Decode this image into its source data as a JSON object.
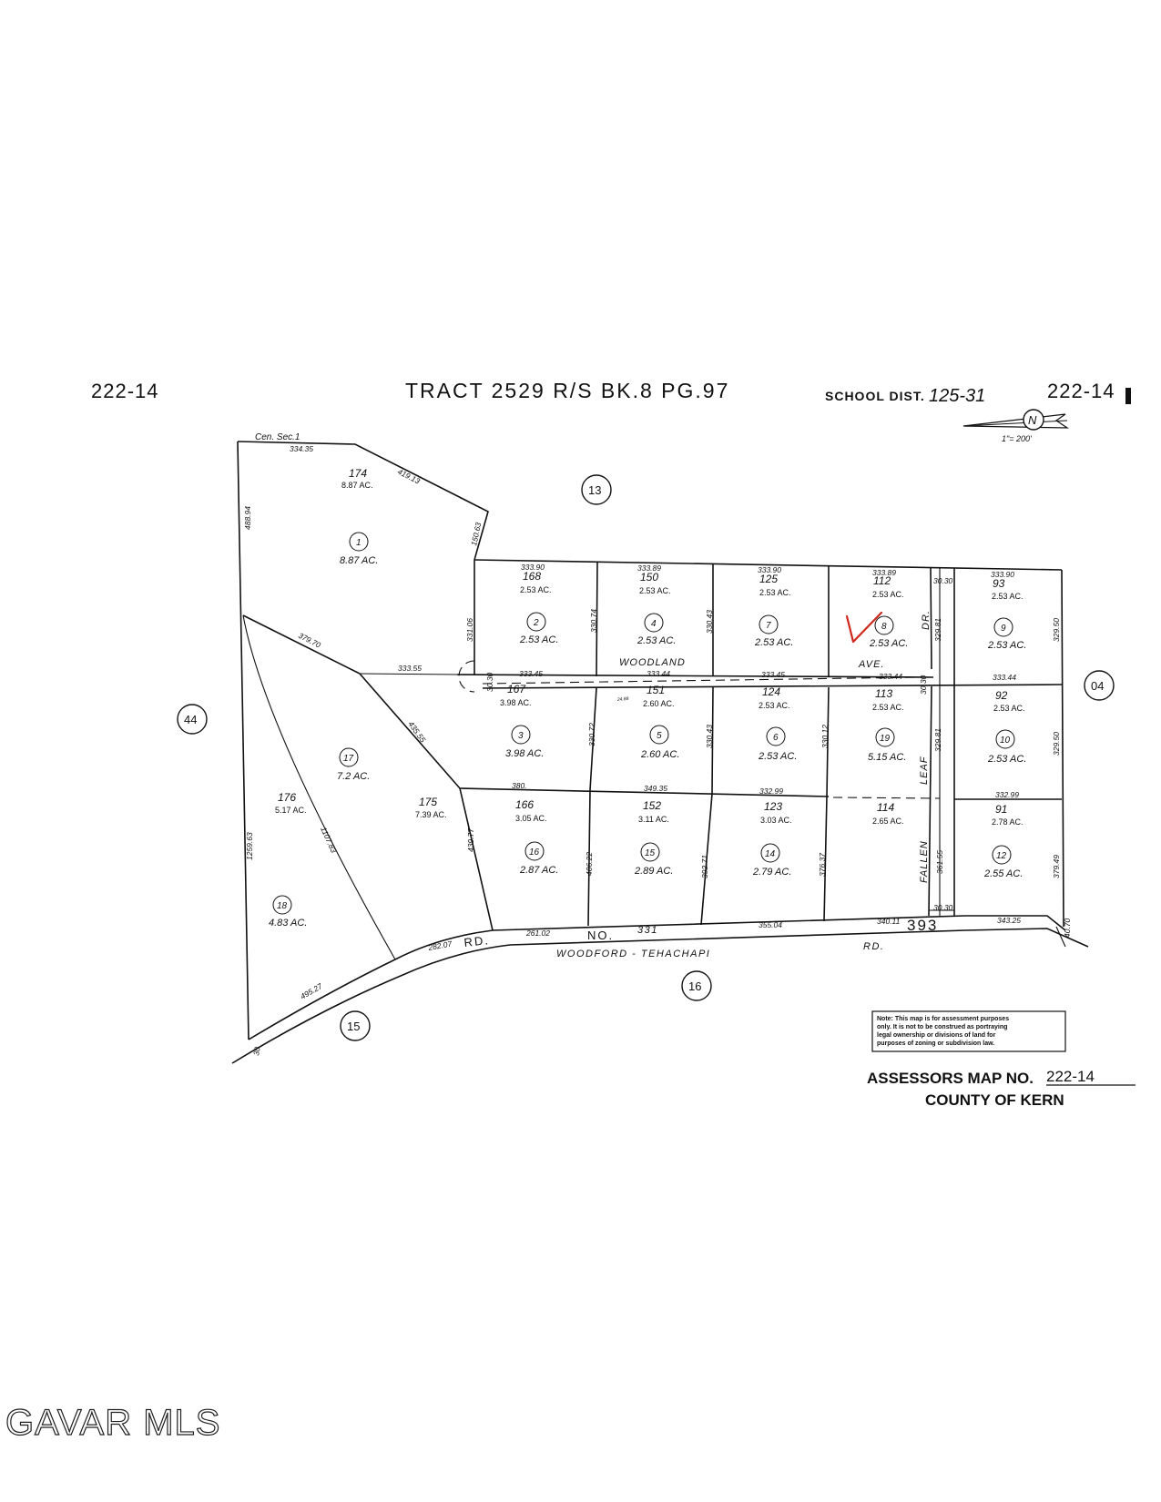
{
  "header": {
    "map_left": "222-14",
    "title": "TRACT 2529 R/S BK.8 PG.97",
    "school_dist_label": "SCHOOL DIST.",
    "school_dist_value": "125-31",
    "map_right": "222-14",
    "north_label": "N",
    "scale": "1\"= 200'"
  },
  "corner_label": "Cen. Sec.1",
  "adjacent_maps": [
    "13",
    "44",
    "04",
    "16",
    "15"
  ],
  "lots": [
    {
      "id": "1",
      "apn": "174",
      "acres": "8.87 AC.",
      "acres_big": "8.87 AC."
    },
    {
      "id": "2",
      "apn": "168",
      "acres": "2.53 AC.",
      "acres_big": "2.53 AC."
    },
    {
      "id": "4",
      "apn": "150",
      "acres": "2.53 AC.",
      "acres_big": "2.53 AC."
    },
    {
      "id": "7",
      "apn": "125",
      "acres": "2.53 AC.",
      "acres_big": "2.53 AC."
    },
    {
      "id": "8",
      "apn": "112",
      "acres": "2.53 AC.",
      "acres_big": "2.53 AC."
    },
    {
      "id": "9",
      "apn": "93",
      "acres": "2.53 AC.",
      "acres_big": "2.53 AC."
    },
    {
      "id": "3",
      "apn": "167",
      "acres": "3.98 AC.",
      "acres_big": "3.98 AC."
    },
    {
      "id": "5",
      "apn": "151",
      "acres": "2.60 AC.",
      "acres_big": "2.60 AC."
    },
    {
      "id": "6",
      "apn": "124",
      "acres": "2.53 AC.",
      "acres_big": "2.53 AC."
    },
    {
      "id": "19",
      "apn": "113",
      "acres": "2.53 AC.",
      "acres_big": "5.15 AC."
    },
    {
      "id": "10",
      "apn": "92",
      "acres": "2.53 AC.",
      "acres_big": "2.53 AC."
    },
    {
      "id": "16",
      "apn": "166",
      "acres": "3.05 AC.",
      "acres_big": "2.87 AC."
    },
    {
      "id": "15",
      "apn": "152",
      "acres": "3.11 AC.",
      "acres_big": "2.89 AC."
    },
    {
      "id": "14",
      "apn": "123",
      "acres": "3.03 AC.",
      "acres_big": "2.79 AC."
    },
    {
      "id": "",
      "apn": "114",
      "acres": "2.65 AC.",
      "acres_big": ""
    },
    {
      "id": "12",
      "apn": "91",
      "acres": "2.78 AC.",
      "acres_big": "2.55 AC."
    },
    {
      "id": "17",
      "apn": "",
      "acres": "",
      "acres_big": "7.2 AC."
    },
    {
      "id": "",
      "apn": "176",
      "acres": "5.17 AC.",
      "acres_big": ""
    },
    {
      "id": "",
      "apn": "175",
      "acres": "7.39 AC.",
      "acres_big": ""
    },
    {
      "id": "18",
      "apn": "",
      "acres": "",
      "acres_big": "4.83 AC."
    }
  ],
  "dimensions": [
    "334.35",
    "419.13",
    "150.63",
    "488.94",
    "331.06",
    "333.90",
    "333.89",
    "333.90",
    "333.89",
    "333.90",
    "30.30",
    "330.74",
    "330.43",
    "329.81",
    "329.50",
    "379.70",
    "333.55",
    "333.45",
    "333.44",
    "333.45",
    "333.44",
    "333.44",
    "30.30",
    "30.30",
    "435.55",
    "330.72",
    "330.43",
    "330.12",
    "329.81",
    "329.50",
    "380.",
    "349.35",
    "332.99",
    "332.99",
    "1259.63",
    "1107.83",
    "439.77",
    "406.22",
    "392.71",
    "376.37",
    "361.55",
    "379.49",
    "30.30",
    "261.02",
    "355.04",
    "340.11",
    "343.25",
    "282.07",
    "495.27",
    "30",
    "40.70",
    "24.88"
  ],
  "streets": {
    "woodland": "WOODLAND",
    "ave": "AVE.",
    "fallen": "FALLEN",
    "leaf": "LEAF",
    "dr": "DR.",
    "rd_no": "RD.",
    "no": "NO.",
    "road_num_1": "331",
    "road_num_2": "393",
    "woodford": "WOODFORD - TEHACHAPI",
    "rd2": "RD."
  },
  "note": {
    "lines": [
      "Note: This map is for assessment purposes",
      "only. It is not to be construed as portraying",
      "legal ownership or divisions of land for",
      "purposes of zoning or subdivision law."
    ]
  },
  "footer": {
    "map_no_label": "ASSESSORS MAP NO.",
    "map_no_value": "222-14",
    "county": "COUNTY OF KERN"
  },
  "watermark": "GAVAR MLS",
  "colors": {
    "ink": "#111111",
    "checkmark": "#d0281c",
    "background": "#ffffff"
  }
}
